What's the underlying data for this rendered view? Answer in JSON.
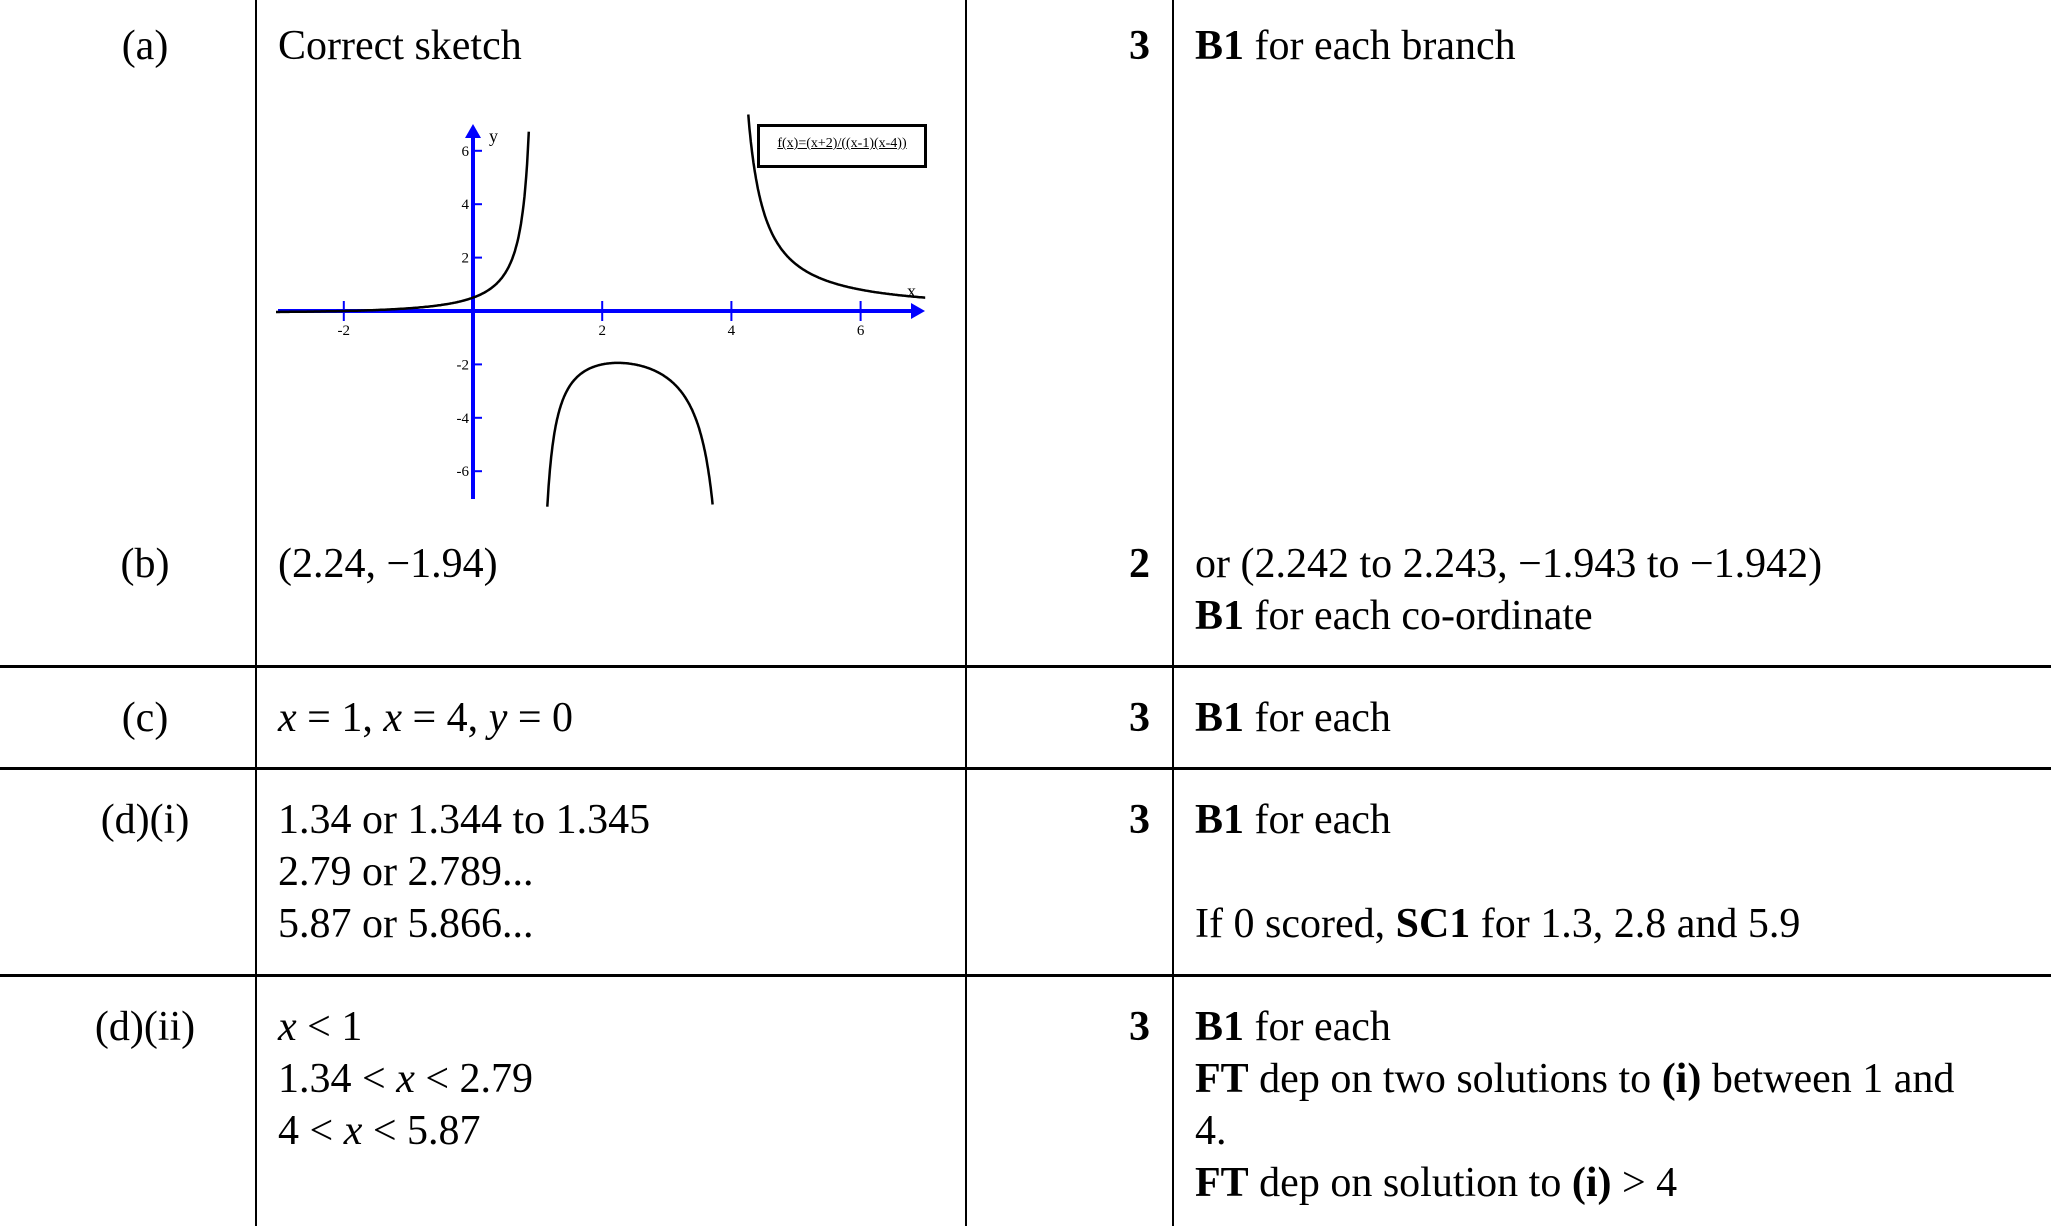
{
  "rows": {
    "a": {
      "part": "(a)",
      "answer": "Correct sketch",
      "mark": "3",
      "note_bold": "B1",
      "note": " for each branch"
    },
    "b": {
      "part": "(b)",
      "answer": "(2.24, −1.94)",
      "mark": "2",
      "note_line1": "or (2.242 to 2.243, −1.943 to −1.942)",
      "note_bold": "B1",
      "note_line2": " for each co-ordinate"
    },
    "c": {
      "part": "(c)",
      "answer_x1": "x",
      "answer_p1": " = 1, ",
      "answer_x2": "x",
      "answer_p2": " = 4, ",
      "answer_y": "y",
      "answer_p3": " = 0",
      "mark": "3",
      "note_bold": "B1",
      "note": " for each"
    },
    "di": {
      "part": "(d)(i)",
      "answers": [
        "1.34 or 1.344 to 1.345",
        "2.79 or 2.789...",
        "5.87 or 5.866..."
      ],
      "mark": "3",
      "note_bold": "B1",
      "note": " for each",
      "note2_pre": "If 0 scored, ",
      "note2_bold": "SC1",
      "note2_post": " for 1.3, 2.8 and 5.9"
    },
    "dii": {
      "part": "(d)(ii)",
      "ans1_var": "x",
      "ans1_rest": " < 1",
      "ans2_pre": "1.34 < ",
      "ans2_var": "x",
      "ans2_post": " < 2.79",
      "ans3_pre": "4 < ",
      "ans3_var": "x",
      "ans3_post": " < 5.87",
      "mark": "3",
      "note_bold": "B1",
      "note": " for each",
      "ft1_bold": "FT",
      "ft1_a": " dep on two solutions to ",
      "ft1_bold2": "(i)",
      "ft1_b": " between 1 and",
      "ft1_c": "4.",
      "ft2_bold": "FT",
      "ft2_a": " dep on solution to ",
      "ft2_bold2": "(i)",
      "ft2_b": " > 4"
    }
  },
  "chart_data": {
    "type": "line",
    "function": "f(x)=(x+2)/((x-1)(x-4))",
    "legend": "f(x)=(x+2)/((x-1)(x-4))",
    "legend_position": "top-right",
    "xlabel": "x",
    "ylabel": "y",
    "xlim": [
      -3,
      7
    ],
    "ylim": [
      -7,
      7
    ],
    "xticks": [
      -2,
      2,
      4,
      6
    ],
    "yticks": [
      6,
      4,
      2,
      -2,
      -4,
      -6
    ],
    "asymptotes_x": [
      1,
      4
    ],
    "axis_color": "#0000ff",
    "curve_color": "#000000"
  }
}
